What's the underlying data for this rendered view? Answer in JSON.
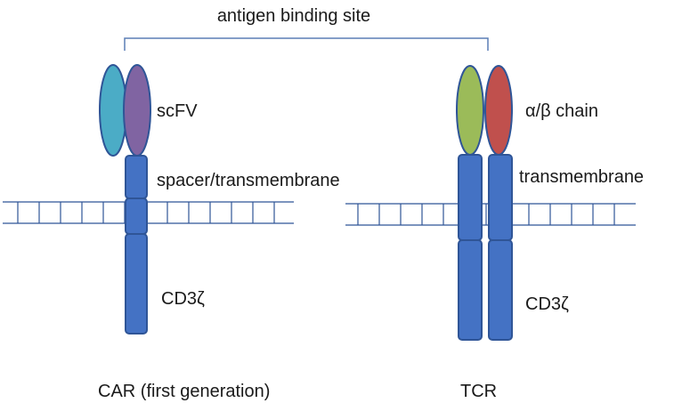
{
  "labels": {
    "antigen_binding_site": "antigen  binding  site",
    "car_scfv": "scFV",
    "car_spacer": "spacer/transmembrane",
    "car_cd3": "CD3ζ",
    "car_caption": "CAR (first generation)",
    "tcr_chain": "α/β  chain",
    "tcr_transmembrane": "transmembrane",
    "tcr_cd3": "CD3ζ",
    "tcr_caption": "TCR"
  },
  "colors": {
    "scfv_left": "#4bacc6",
    "scfv_right": "#8064a2",
    "tcr_alpha": "#9bbb59",
    "tcr_beta": "#c0504d",
    "chain_body": "#4472c4",
    "chain_outline": "#2f5597",
    "membrane": "#2f5597",
    "bracket": "#5b7fb6"
  }
}
